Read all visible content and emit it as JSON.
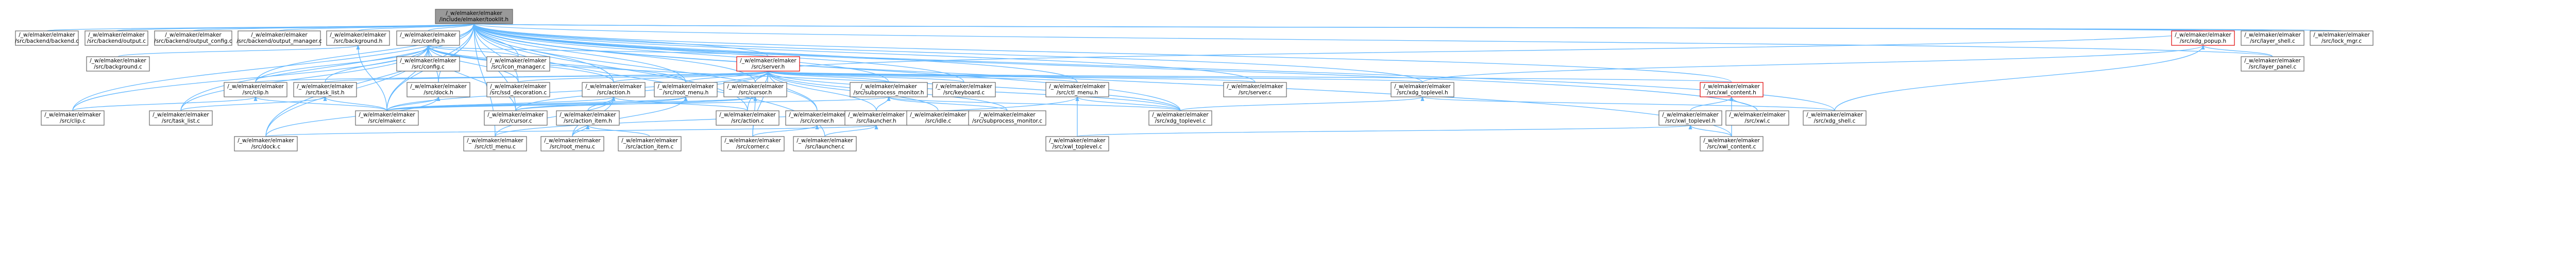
{
  "graph": {
    "root": {
      "line1": "/_w/elmaker/elmaker",
      "line2": "/include/elmaker/tooklit.h",
      "status": "focus"
    },
    "nodes": {
      "backend": {
        "line1": "/_w/elmaker/elmaker",
        "line2": "/src/backend/backend.c"
      },
      "backendoutput": {
        "line1": "/_w/elmaker/elmaker",
        "line2": "/src/backend/output.c"
      },
      "backendoutputconfig": {
        "line1": "/_w/elmaker/elmaker",
        "line2": "/src/backend/output_config.c"
      },
      "backendoutputmanager": {
        "line1": "/_w/elmaker/elmaker",
        "line2": "/src/backend/output_manager.c"
      },
      "background_h": {
        "line1": "/_w/elmaker/elmaker",
        "line2": "/src/background.h"
      },
      "config_h": {
        "line1": "/_w/elmaker/elmaker",
        "line2": "/src/config.h"
      },
      "xdg_popup_h": {
        "line1": "/_w/elmaker/elmaker",
        "line2": "/src/xdg_popup.h",
        "status": "red"
      },
      "layer_shell": {
        "line1": "/_w/elmaker/elmaker",
        "line2": "/src/layer_shell.c"
      },
      "lock_mgr": {
        "line1": "/_w/elmaker/elmaker",
        "line2": "/src/lock_mgr.c"
      },
      "background_c": {
        "line1": "/_w/elmaker/elmaker",
        "line2": "/src/background.c"
      },
      "config_c": {
        "line1": "/_w/elmaker/elmaker",
        "line2": "/src/config.c"
      },
      "icon_manager": {
        "line1": "/_w/elmaker/elmaker",
        "line2": "/src/icon_manager.c"
      },
      "server_h": {
        "line1": "/_w/elmaker/elmaker",
        "line2": "/src/server.h",
        "status": "red"
      },
      "layer_panel": {
        "line1": "/_w/elmaker/elmaker",
        "line2": "/src/layer_panel.c"
      },
      "clip_h": {
        "line1": "/_w/elmaker/elmaker",
        "line2": "/src/clip.h"
      },
      "task_list_h": {
        "line1": "/_w/elmaker/elmaker",
        "line2": "/src/task_list.h"
      },
      "dock_h": {
        "line1": "/_w/elmaker/elmaker",
        "line2": "/src/dock.h"
      },
      "ssd_decoration": {
        "line1": "/_w/elmaker/elmaker",
        "line2": "/src/ssd_decoration.c"
      },
      "action_h": {
        "line1": "/_w/elmaker/elmaker",
        "line2": "/src/action.h"
      },
      "root_menu_h": {
        "line1": "/_w/elmaker/elmaker",
        "line2": "/src/root_menu.h"
      },
      "cursor_h": {
        "line1": "/_w/elmaker/elmaker",
        "line2": "/src/cursor.h"
      },
      "subprocess_monitor_h": {
        "line1": "/_w/elmaker/elmaker",
        "line2": "/src/subprocess_monitor.h"
      },
      "keyboard": {
        "line1": "/_w/elmaker/elmaker",
        "line2": "/src/keyboard.c"
      },
      "ctl_menu_h": {
        "line1": "/_w/elmaker/elmaker",
        "line2": "/src/ctl_menu.h"
      },
      "server_c": {
        "line1": "/_w/elmaker/elmaker",
        "line2": "/src/server.c"
      },
      "xdg_toplevel_h": {
        "line1": "/_w/elmaker/elmaker",
        "line2": "/src/xdg_toplevel.h"
      },
      "xwl_content_h": {
        "line1": "/_w/elmaker/elmaker",
        "line2": "/src/xwl_content.h",
        "status": "red"
      },
      "clip_c": {
        "line1": "/_w/elmaker/elmaker",
        "line2": "/src/clip.c"
      },
      "task_list_c": {
        "line1": "/_w/elmaker/elmaker",
        "line2": "/src/task_list.c"
      },
      "elmaker_c": {
        "line1": "/_w/elmaker/elmaker",
        "line2": "/src/elmaker.c"
      },
      "cursor_c": {
        "line1": "/_w/elmaker/elmaker",
        "line2": "/src/cursor.c"
      },
      "action_item_h": {
        "line1": "/_w/elmaker/elmaker",
        "line2": "/src/action_item.h"
      },
      "action_c": {
        "line1": "/_w/elmaker/elmaker",
        "line2": "/src/action.c"
      },
      "corner_h": {
        "line1": "/_w/elmaker/elmaker",
        "line2": "/src/corner.h"
      },
      "launcher_h": {
        "line1": "/_w/elmaker/elmaker",
        "line2": "/src/launcher.h"
      },
      "idle": {
        "line1": "/_w/elmaker/elmaker",
        "line2": "/src/idle.c"
      },
      "subprocess_monitor_c": {
        "line1": "/_w/elmaker/elmaker",
        "line2": "/src/subprocess_monitor.c"
      },
      "xdg_toplevel_c": {
        "line1": "/_w/elmaker/elmaker",
        "line2": "/src/xdg_toplevel.c"
      },
      "xwl_toplevel_h": {
        "line1": "/_w/elmaker/elmaker",
        "line2": "/src/xwl_toplevel.h"
      },
      "xwl_c": {
        "line1": "/_w/elmaker/elmaker",
        "line2": "/src/xwl.c"
      },
      "xdg_shell": {
        "line1": "/_w/elmaker/elmaker",
        "line2": "/src/xdg_shell.c"
      },
      "dock_c": {
        "line1": "/_w/elmaker/elmaker",
        "line2": "/src/dock.c"
      },
      "ctl_menu_c": {
        "line1": "/_w/elmaker/elmaker",
        "line2": "/src/ctl_menu.c"
      },
      "root_menu_c": {
        "line1": "/_w/elmaker/elmaker",
        "line2": "/src/root_menu.c"
      },
      "action_item_c": {
        "line1": "/_w/elmaker/elmaker",
        "line2": "/src/action_item.c"
      },
      "corner_c": {
        "line1": "/_w/elmaker/elmaker",
        "line2": "/src/corner.c"
      },
      "launcher_c": {
        "line1": "/_w/elmaker/elmaker",
        "line2": "/src/launcher.c"
      },
      "xwl_toplevel_c": {
        "line1": "/_w/elmaker/elmaker",
        "line2": "/src/xwl_toplevel.c"
      },
      "xwl_content_c": {
        "line1": "/_w/elmaker/elmaker",
        "line2": "/src/xwl_content.c"
      }
    },
    "edges": [
      [
        "backend",
        "root"
      ],
      [
        "backendoutput",
        "root"
      ],
      [
        "backendoutputconfig",
        "root"
      ],
      [
        "backendoutputmanager",
        "root"
      ],
      [
        "background_h",
        "root"
      ],
      [
        "config_h",
        "root"
      ],
      [
        "xdg_popup_h",
        "root"
      ],
      [
        "layer_shell",
        "root"
      ],
      [
        "lock_mgr",
        "root"
      ],
      [
        "server_h",
        "root"
      ],
      [
        "clip_h",
        "root"
      ],
      [
        "dock_h",
        "root"
      ],
      [
        "ssd_decoration",
        "root"
      ],
      [
        "icon_manager",
        "root"
      ],
      [
        "action_h",
        "root"
      ],
      [
        "root_menu_h",
        "root"
      ],
      [
        "cursor_h",
        "root"
      ],
      [
        "subprocess_monitor_h",
        "root"
      ],
      [
        "keyboard",
        "root"
      ],
      [
        "ctl_menu_h",
        "root"
      ],
      [
        "server_c",
        "root"
      ],
      [
        "xdg_toplevel_h",
        "root"
      ],
      [
        "xwl_content_h",
        "root"
      ],
      [
        "xdg_shell",
        "root"
      ],
      [
        "layer_panel",
        "root"
      ],
      [
        "clip_c",
        "root"
      ],
      [
        "task_list_c",
        "root"
      ],
      [
        "elmaker_c",
        "root"
      ],
      [
        "cursor_c",
        "root"
      ],
      [
        "action_c",
        "root"
      ],
      [
        "corner_h",
        "root"
      ],
      [
        "xdg_toplevel_c",
        "root"
      ],
      [
        "xwl_c",
        "root"
      ],
      [
        "dock_c",
        "root"
      ],
      [
        "ctl_menu_c",
        "root"
      ],
      [
        "launcher_c",
        "root"
      ],
      [
        "xwl_content_c",
        "root"
      ],
      [
        "background_c",
        "background_h"
      ],
      [
        "elmaker_c",
        "background_h"
      ],
      [
        "config_c",
        "config_h"
      ],
      [
        "icon_manager",
        "config_h"
      ],
      [
        "server_h",
        "config_h"
      ],
      [
        "clip_h",
        "config_h"
      ],
      [
        "task_list_h",
        "config_h"
      ],
      [
        "dock_h",
        "config_h"
      ],
      [
        "ssd_decoration",
        "config_h"
      ],
      [
        "action_h",
        "config_h"
      ],
      [
        "root_menu_h",
        "config_h"
      ],
      [
        "elmaker_c",
        "config_h"
      ],
      [
        "cursor_c",
        "config_h"
      ],
      [
        "xdg_toplevel_c",
        "config_h"
      ],
      [
        "task_list_c",
        "config_h"
      ],
      [
        "clip_c",
        "config_h"
      ],
      [
        "dock_c",
        "config_h"
      ],
      [
        "xdg_popup_h",
        "server_h"
      ],
      [
        "xdg_toplevel_h",
        "xdg_popup_h"
      ],
      [
        "layer_panel",
        "xdg_popup_h"
      ],
      [
        "xdg_shell",
        "xdg_popup_h"
      ],
      [
        "clip_h",
        "server_h"
      ],
      [
        "task_list_h",
        "server_h"
      ],
      [
        "action_h",
        "server_h"
      ],
      [
        "root_menu_h",
        "server_h"
      ],
      [
        "cursor_h",
        "server_h"
      ],
      [
        "subprocess_monitor_h",
        "server_h"
      ],
      [
        "keyboard",
        "server_h"
      ],
      [
        "ctl_menu_h",
        "server_h"
      ],
      [
        "server_c",
        "server_h"
      ],
      [
        "xdg_toplevel_h",
        "server_h"
      ],
      [
        "xwl_content_h",
        "server_h"
      ],
      [
        "elmaker_c",
        "server_h"
      ],
      [
        "cursor_c",
        "server_h"
      ],
      [
        "action_c",
        "server_h"
      ],
      [
        "corner_h",
        "server_h"
      ],
      [
        "launcher_h",
        "server_h"
      ],
      [
        "idle",
        "server_h"
      ],
      [
        "corner_c",
        "server_h"
      ],
      [
        "subprocess_monitor_c",
        "server_h"
      ],
      [
        "xdg_toplevel_c",
        "server_h"
      ],
      [
        "ssd_decoration",
        "server_h"
      ],
      [
        "clip_c",
        "clip_h"
      ],
      [
        "elmaker_c",
        "clip_h"
      ],
      [
        "task_list_c",
        "task_list_h"
      ],
      [
        "elmaker_c",
        "task_list_h"
      ],
      [
        "dock_c",
        "dock_h"
      ],
      [
        "elmaker_c",
        "dock_h"
      ],
      [
        "action_item_h",
        "action_h"
      ],
      [
        "action_c",
        "action_h"
      ],
      [
        "elmaker_c",
        "action_h"
      ],
      [
        "root_menu_c",
        "action_h"
      ],
      [
        "ctl_menu_c",
        "action_h"
      ],
      [
        "elmaker_c",
        "root_menu_h"
      ],
      [
        "root_menu_c",
        "root_menu_h"
      ],
      [
        "cursor_c",
        "root_menu_h"
      ],
      [
        "elmaker_c",
        "cursor_h"
      ],
      [
        "cursor_c",
        "cursor_h"
      ],
      [
        "corner_c",
        "cursor_h"
      ],
      [
        "subprocess_monitor_c",
        "subprocess_monitor_h"
      ],
      [
        "launcher_h",
        "subprocess_monitor_h"
      ],
      [
        "xdg_toplevel_c",
        "subprocess_monitor_h"
      ],
      [
        "elmaker_c",
        "subprocess_monitor_h"
      ],
      [
        "ctl_menu_c",
        "ctl_menu_h"
      ],
      [
        "xdg_toplevel_c",
        "ctl_menu_h"
      ],
      [
        "xwl_toplevel_c",
        "ctl_menu_h"
      ],
      [
        "xdg_toplevel_c",
        "xdg_toplevel_h"
      ],
      [
        "xdg_shell",
        "xdg_toplevel_h"
      ],
      [
        "xwl_toplevel_h",
        "xwl_content_h"
      ],
      [
        "xwl_c",
        "xwl_content_h"
      ],
      [
        "xwl_content_c",
        "xwl_content_h"
      ],
      [
        "action_item_c",
        "action_item_h"
      ],
      [
        "root_menu_c",
        "action_item_h"
      ],
      [
        "corner_c",
        "corner_h"
      ],
      [
        "launcher_c",
        "launcher_h"
      ],
      [
        "dock_c",
        "launcher_h"
      ],
      [
        "xwl_toplevel_c",
        "xwl_toplevel_h"
      ],
      [
        "xwl_content_c",
        "xwl_toplevel_h"
      ]
    ]
  }
}
